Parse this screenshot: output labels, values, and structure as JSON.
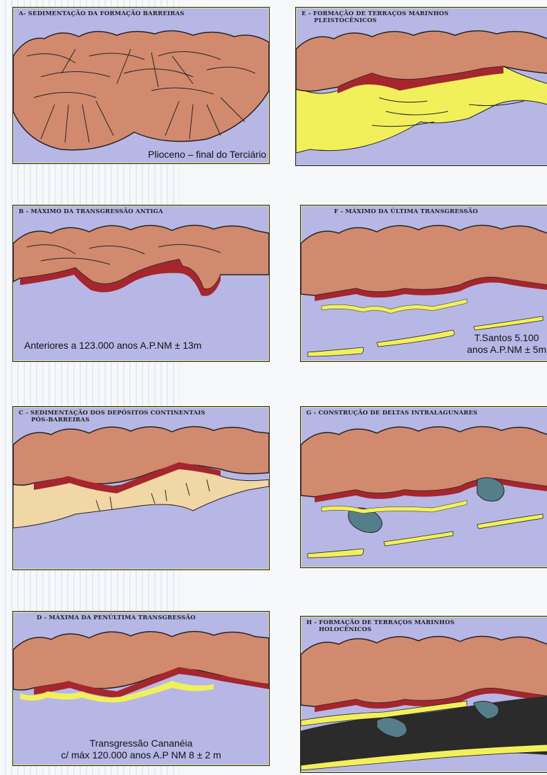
{
  "panels": {
    "a": {
      "title": "A- Sedimentação da Formação Barreiras",
      "caption": "Plioceno – final do Terciário"
    },
    "b": {
      "title": "B - Máximo da Transgressão Antiga",
      "caption": "Anteriores a 123.000 anos A.P.NM ± 13m"
    },
    "c": {
      "title_line1": "C - Sedimentação dos Depósitos Continentais",
      "title_line2": "Pós-Barreiras"
    },
    "d": {
      "title": "D - Máxima da Penúltima Transgressão",
      "caption_line1": "Transgressão Cananéia",
      "caption_line2": "c/ máx 120.000 anos A.P NM 8 ± 2 m"
    },
    "e": {
      "title_line1": "E - Formação de Terraços Marinhos",
      "title_line2": "Pleistocênicos"
    },
    "f": {
      "title": "F - Máximo da Última Transgressão",
      "caption_line1": "T.Santos 5.100",
      "caption_line2": "anos A.P.NM ± 5m"
    },
    "g": {
      "title": "G - Construção de Deltas Intralagunares"
    },
    "h": {
      "title_line1": "H - Formação de Terraços Marinhos",
      "title_line2": "Holocênicos"
    }
  },
  "colors": {
    "sea": "#b7b7e6",
    "cliff": "#d18a6d",
    "cliff_edge": "#a5262d",
    "sand": "#f2f05a",
    "continental": "#f1d7a6",
    "delta": "#557e8a",
    "mangrove": "#2b2b2b"
  }
}
